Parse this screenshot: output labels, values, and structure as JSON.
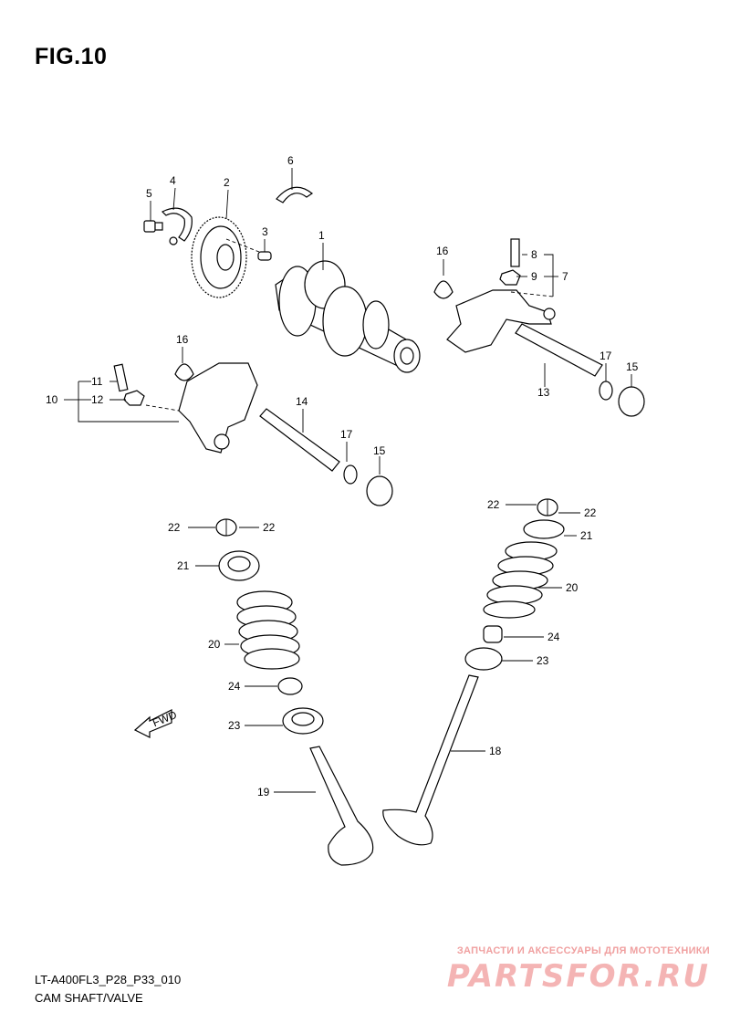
{
  "header": {
    "title": "FIG.10"
  },
  "footer": {
    "model_code": "LT-A400FL3_P28_P33_010",
    "section_name": "CAM SHAFT/VALVE"
  },
  "watermark": {
    "tagline": "ЗАПЧАСТИ И АКСЕССУАРЫ ДЛЯ МОТОТЕХНИКИ",
    "logo_text": "PARTSFOR.RU",
    "color": "#f4b4b4"
  },
  "fwd_marker": {
    "text": "FWD"
  },
  "callouts": {
    "c1": "1",
    "c2": "2",
    "c3": "3",
    "c4": "4",
    "c5": "5",
    "c6": "6",
    "c7": "7",
    "c8": "8",
    "c9": "9",
    "c10": "10",
    "c11": "11",
    "c12": "12",
    "c13": "13",
    "c14": "14",
    "c15a": "15",
    "c15b": "15",
    "c16a": "16",
    "c16b": "16",
    "c17a": "17",
    "c17b": "17",
    "c18": "18",
    "c19": "19",
    "c20a": "20",
    "c20b": "20",
    "c21a": "21",
    "c21b": "21",
    "c22a": "22",
    "c22b": "22",
    "c22c": "22",
    "c22d": "22",
    "c23a": "23",
    "c23b": "23",
    "c24a": "24",
    "c24b": "24"
  }
}
